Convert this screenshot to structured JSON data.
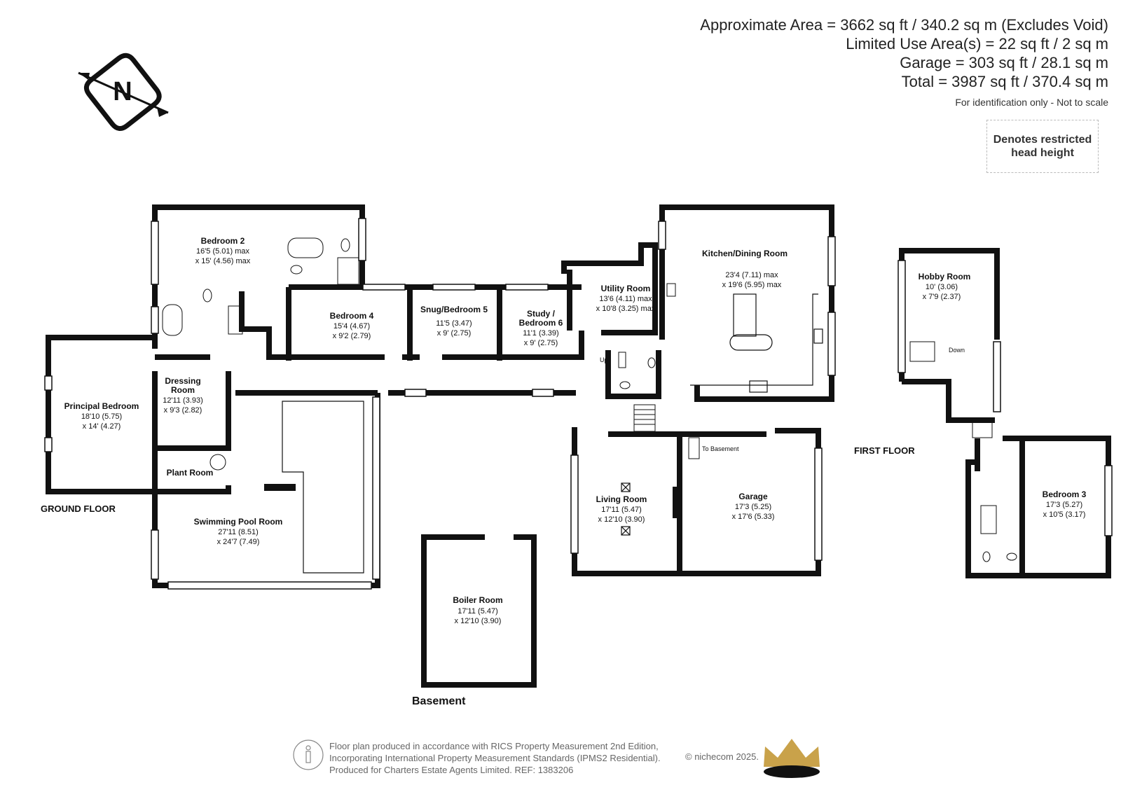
{
  "area": {
    "approximate": "Approximate Area = 3662 sq ft / 340.2 sq m (Excludes Void)",
    "limited_use": "Limited Use Area(s) = 22 sq ft / 2 sq m",
    "garage": "Garage = 303 sq ft / 28.1 sq m",
    "total": "Total = 3987 sq ft / 370.4 sq m",
    "note": "For identification only - Not to scale"
  },
  "restricted": {
    "line1": "Denotes restricted",
    "line2": "head height"
  },
  "compass": {
    "letter": "N",
    "icon": "north-compass-icon"
  },
  "floors": {
    "ground": "GROUND FLOOR",
    "first": "FIRST FLOOR",
    "basement": "Basement"
  },
  "rooms": {
    "bedroom2": {
      "name": "Bedroom 2",
      "dim1": "16'5 (5.01) max",
      "dim2": "x 15' (4.56) max"
    },
    "principal": {
      "name": "Principal Bedroom",
      "dim1": "18'10 (5.75)",
      "dim2": "x 14' (4.27)"
    },
    "dressing": {
      "name1": "Dressing",
      "name2": "Room",
      "dim1": "12'11 (3.93)",
      "dim2": "x 9'3 (2.82)"
    },
    "plant": {
      "name": "Plant Room"
    },
    "pool": {
      "name": "Swimming Pool Room",
      "dim1": "27'11 (8.51)",
      "dim2": "x 24'7 (7.49)"
    },
    "bedroom4": {
      "name": "Bedroom 4",
      "dim1": "15'4 (4.67)",
      "dim2": "x 9'2 (2.79)"
    },
    "snug": {
      "name": "Snug/Bedroom 5",
      "dim1": "11'5 (3.47)",
      "dim2": "x 9' (2.75)"
    },
    "study": {
      "name1": "Study /",
      "name2": "Bedroom 6",
      "dim1": "11'1 (3.39)",
      "dim2": "x 9' (2.75)"
    },
    "utility": {
      "name": "Utility Room",
      "dim1": "13'6 (4.11) max",
      "dim2": "x 10'8 (3.25) max"
    },
    "kitchen": {
      "name": "Kitchen/Dining Room",
      "dim1": "23'4 (7.11) max",
      "dim2": "x 19'6 (5.95) max"
    },
    "living": {
      "name": "Living Room",
      "dim1": "17'11 (5.47)",
      "dim2": "x 12'10 (3.90)"
    },
    "garage": {
      "name": "Garage",
      "dim1": "17'3 (5.25)",
      "dim2": "x 17'6 (5.33)",
      "stairs_label": "To Basement"
    },
    "boiler": {
      "name": "Boiler Room",
      "dim1": "17'11 (5.47)",
      "dim2": "x 12'10 (3.90)"
    },
    "hobby": {
      "name": "Hobby Room",
      "dim1": "10' (3.06)",
      "dim2": "x 7'9 (2.37)"
    },
    "bedroom3": {
      "name": "Bedroom 3",
      "dim1": "17'3 (5.27)",
      "dim2": "x 10'5 (3.17)"
    }
  },
  "stairs": {
    "up": "Up",
    "down": "Down"
  },
  "footer": {
    "line1": "Floor plan produced in accordance with RICS Property Measurement 2nd Edition,",
    "line2": "Incorporating International Property Measurement Standards (IPMS2 Residential).",
    "line3": "Produced for Charters Estate Agents Limited.   REF: 1383206",
    "copyright": "© nichecom 2025.",
    "logo": "crown-logo-icon",
    "rics_icon": "rics-person-icon"
  },
  "colors": {
    "wall": "#111111",
    "gold": "#c9a24a",
    "grey_text": "#666666"
  }
}
